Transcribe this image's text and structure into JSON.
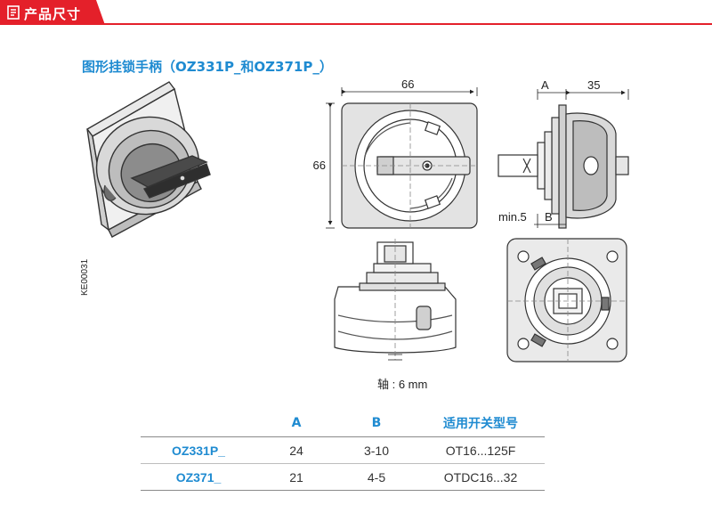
{
  "header": {
    "title": "产品尺寸",
    "icon": "document-icon",
    "accent_color": "#e4202a"
  },
  "section": {
    "title": "图形挂锁手柄（OZ331P_和OZ371P_）",
    "title_color": "#1f8bd1"
  },
  "drawing": {
    "code": "KE00031",
    "dim_width": "66",
    "dim_height": "66",
    "dim_a": "A",
    "dim_35": "35",
    "dim_min5": "min.5",
    "dim_b": "B",
    "shaft_note": "轴 : 6 mm"
  },
  "table": {
    "headers": [
      "",
      "A",
      "B",
      "适用开关型号"
    ],
    "rows": [
      {
        "model": "OZ331P_",
        "a": "24",
        "b": "3-10",
        "switch": "OT16...125F"
      },
      {
        "model": "OZ371_",
        "a": "21",
        "b": "4-5",
        "switch": "OTDC16...32"
      }
    ]
  }
}
